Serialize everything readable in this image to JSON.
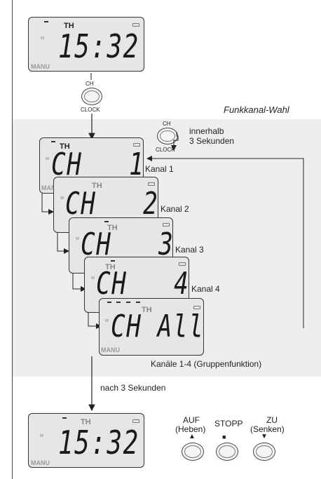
{
  "display_top": {
    "day": "TH",
    "time": "15:32",
    "mode": "MANU",
    "week": "w"
  },
  "ch_button_top": {
    "line1": "CH",
    "line2": "CLOCK"
  },
  "section_title": "Funkkanal-Wahl",
  "ch_button_mid": {
    "line1": "CH",
    "line2": "CLOCK"
  },
  "hint": {
    "line1": "innerhalb",
    "line2": "3 Sekunden"
  },
  "channels": [
    {
      "text": "CH   1",
      "label": "Kanal 1",
      "day": "TH",
      "mode": "MAN"
    },
    {
      "text": "CH   2",
      "label": "Kanal 2",
      "day": "TH",
      "mode": ""
    },
    {
      "text": "CH   3",
      "label": "Kanal 3",
      "day": "TH",
      "mode": ""
    },
    {
      "text": "CH   4",
      "label": "Kanal 4",
      "day": "TH",
      "mode": ""
    },
    {
      "text": "CH All",
      "label": "Kanäle 1-4 (Gruppenfunktion)",
      "day": "TH",
      "mode": "MANU"
    }
  ],
  "after_label": "nach  3 Sekunden",
  "display_bottom": {
    "day": "TH",
    "time": "15:32",
    "mode": "MANU",
    "week": "w"
  },
  "buttons": [
    {
      "label1": "AUF",
      "label2": "(Heben)",
      "symbol": "▲"
    },
    {
      "label1": "STOPP",
      "label2": "",
      "symbol": "■"
    },
    {
      "label1": "ZU",
      "label2": "(Senken)",
      "symbol": "▼"
    }
  ]
}
